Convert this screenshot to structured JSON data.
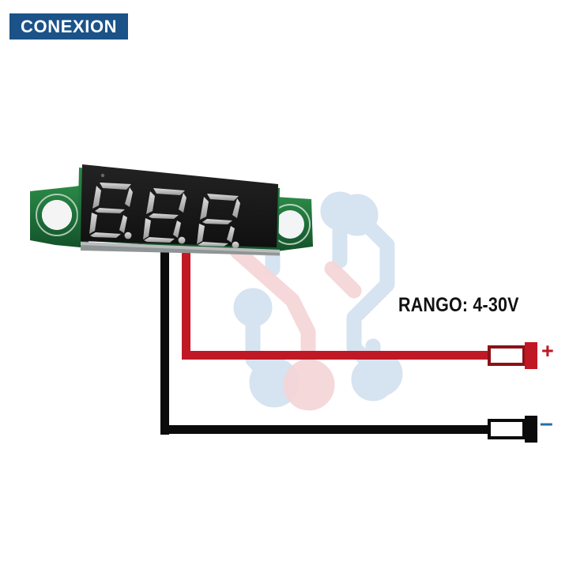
{
  "banner": {
    "label": "CONEXION",
    "bg_color": "#1b5288",
    "text_color": "#ffffff"
  },
  "annotations": {
    "range_label": "RANGO: 4-30V",
    "positive_sign": "+",
    "negative_sign": "–"
  },
  "device": {
    "name": "mini digital voltmeter module",
    "display_reading": "8.8.8.",
    "digits": [
      "8.",
      "8.",
      "8."
    ],
    "segment_color": "#bdbdbd",
    "panel_color": "#1a1a1a",
    "pcb_color": "#1f7a3c"
  },
  "wiring": {
    "positive": {
      "color": "#c01825",
      "wire_name": "red-wire",
      "terminal_name": "positive-terminal"
    },
    "negative": {
      "color": "#0b0b0b",
      "wire_name": "black-wire",
      "terminal_name": "negative-terminal"
    }
  },
  "watermark": {
    "trace_color_blue": "#cfe0ef",
    "trace_color_red": "#f3d2d4"
  }
}
